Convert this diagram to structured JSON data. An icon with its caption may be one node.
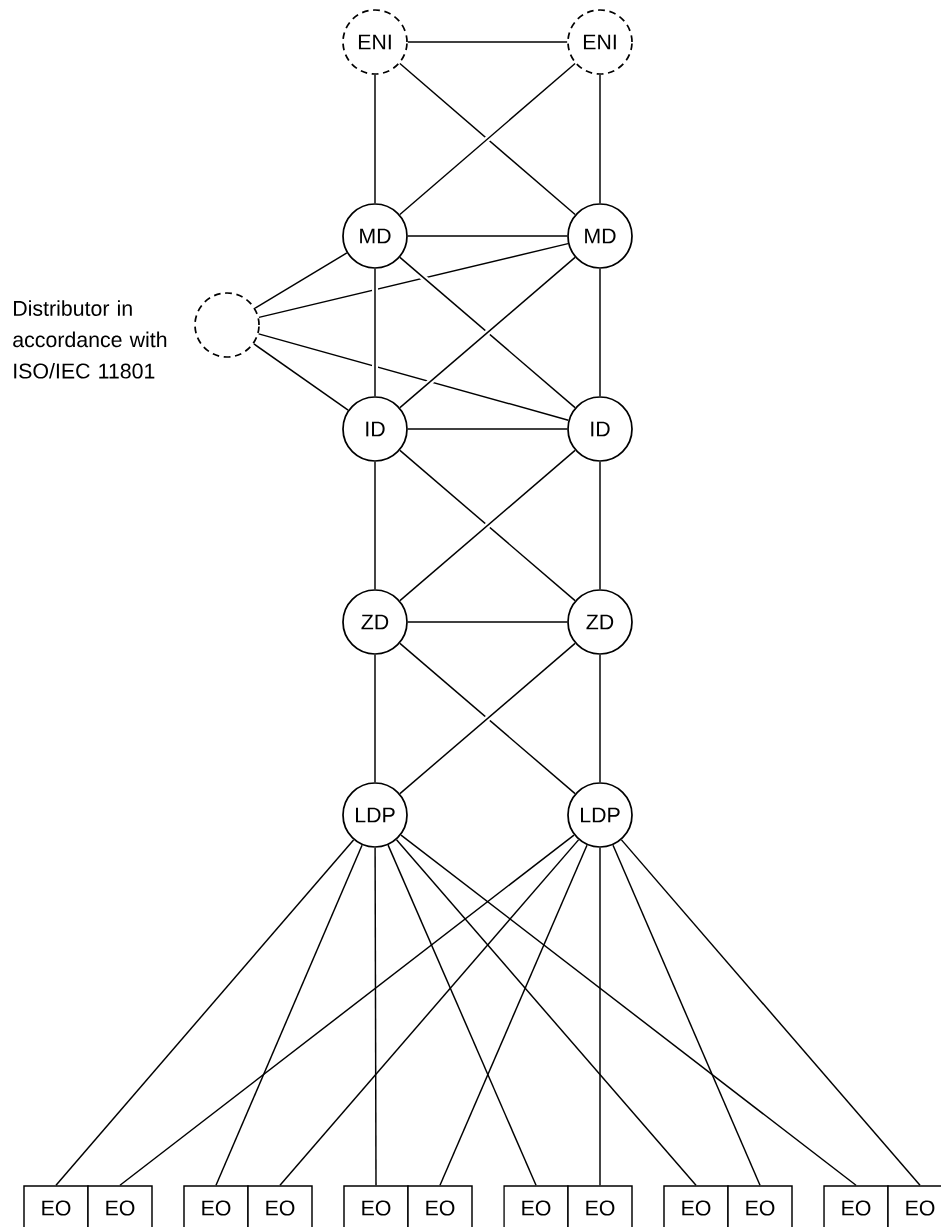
{
  "diagram": {
    "nodes": [
      {
        "text": [
          "ENI"
        ]
      },
      {
        "text": [
          "ENI"
        ]
      },
      {
        "text": [
          "MD"
        ]
      },
      {
        "text": [
          "MD"
        ]
      },
      {
        "text": [],
        "shape": "circle",
        "beside": [
          "Distributor in accordance with ISO/IEC 11801"
        ]
      },
      {
        "text": [
          "ID"
        ]
      },
      {
        "text": [
          "ID"
        ]
      },
      {
        "text": [
          "ZD"
        ]
      },
      {
        "text": [
          "ZD"
        ]
      },
      {
        "text": [
          "LDP"
        ]
      },
      {
        "text": [
          "LDP"
        ]
      },
      {
        "text": [
          "EO"
        ]
      },
      {
        "text": [
          "EO"
        ]
      },
      {
        "text": [
          "EO"
        ]
      },
      {
        "text": [
          "EO"
        ]
      },
      {
        "text": [
          "EO"
        ]
      },
      {
        "text": [
          "EO"
        ]
      },
      {
        "text": [
          "EO"
        ]
      },
      {
        "text": [
          "EO"
        ]
      },
      {
        "text": [
          "EO"
        ]
      },
      {
        "text": [
          "EO"
        ]
      },
      {
        "text": [
          "EO"
        ]
      },
      {
        "text": [
          "EO"
        ]
      }
    ],
    "edges": [
      {
        "from": 0,
        "to": 1,
        "arrow": "none"
      },
      {
        "from": 0,
        "to": 2,
        "arrow": "none"
      },
      {
        "from": 0,
        "to": 3,
        "arrow": "none"
      },
      {
        "from": 1,
        "to": 2,
        "arrow": "none"
      },
      {
        "from": 1,
        "to": 3,
        "arrow": "none"
      },
      {
        "from": 2,
        "to": 3,
        "arrow": "none"
      },
      {
        "from": 4,
        "to": 2,
        "arrow": "none"
      },
      {
        "from": 4,
        "to": 3,
        "arrow": "none"
      },
      {
        "from": 4,
        "to": 5,
        "arrow": "none"
      },
      {
        "from": 4,
        "to": 6,
        "arrow": "none"
      },
      {
        "from": 2,
        "to": 5,
        "arrow": "none"
      },
      {
        "from": 2,
        "to": 6,
        "arrow": "none"
      },
      {
        "from": 3,
        "to": 5,
        "arrow": "none"
      },
      {
        "from": 3,
        "to": 6,
        "arrow": "none"
      },
      {
        "from": 5,
        "to": 6,
        "arrow": "none"
      },
      {
        "from": 5,
        "to": 7,
        "arrow": "none"
      },
      {
        "from": 5,
        "to": 8,
        "arrow": "none"
      },
      {
        "from": 6,
        "to": 7,
        "arrow": "none"
      },
      {
        "from": 6,
        "to": 8,
        "arrow": "none"
      },
      {
        "from": 7,
        "to": 8,
        "arrow": "none"
      },
      {
        "from": 7,
        "to": 9,
        "arrow": "none"
      },
      {
        "from": 7,
        "to": 10,
        "arrow": "none"
      },
      {
        "from": 8,
        "to": 9,
        "arrow": "none"
      },
      {
        "from": 8,
        "to": 10,
        "arrow": "none"
      },
      {
        "from": 9,
        "to": 11,
        "arrow": "none"
      },
      {
        "from": 9,
        "to": 13,
        "arrow": "none"
      },
      {
        "from": 9,
        "to": 15,
        "arrow": "none"
      },
      {
        "from": 9,
        "to": 17,
        "arrow": "none"
      },
      {
        "from": 9,
        "to": 19,
        "arrow": "none"
      },
      {
        "from": 9,
        "to": 21,
        "arrow": "none"
      },
      {
        "from": 10,
        "to": 12,
        "arrow": "none"
      },
      {
        "from": 10,
        "to": 14,
        "arrow": "none"
      },
      {
        "from": 10,
        "to": 16,
        "arrow": "none"
      },
      {
        "from": 10,
        "to": 18,
        "arrow": "none"
      },
      {
        "from": 10,
        "to": 20,
        "arrow": "none"
      },
      {
        "from": 10,
        "to": 22,
        "arrow": "none"
      }
    ]
  }
}
